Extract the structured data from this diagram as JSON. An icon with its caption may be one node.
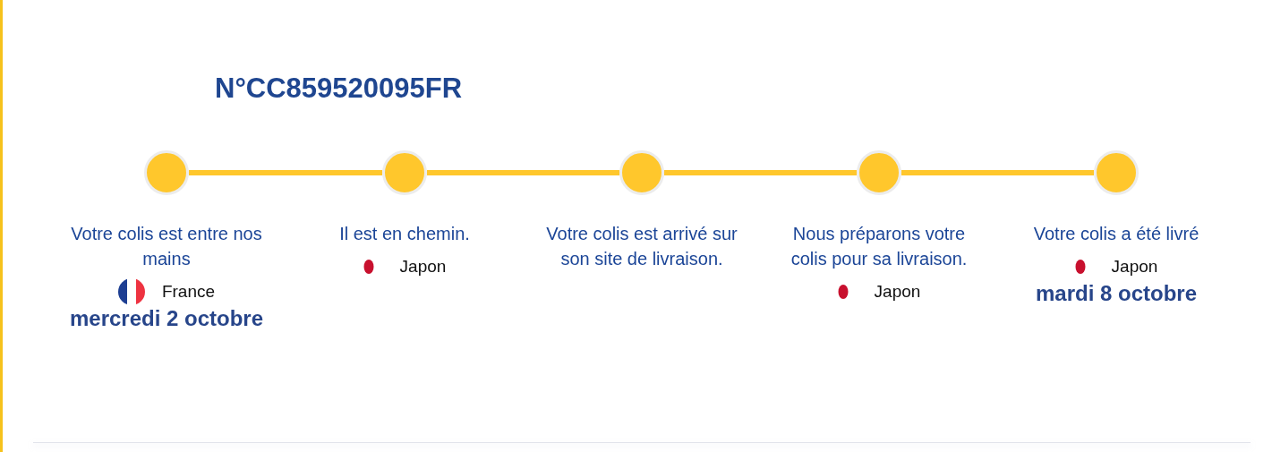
{
  "diagram": {
    "title": "N°CC859520095FR",
    "nodes": [
      {
        "text": [],
        "shape": "circle",
        "beside": [
          "Votre colis est entre nos mains",
          "France",
          "mercredi 2 octobre"
        ]
      },
      {
        "text": [],
        "shape": "circle",
        "beside": [
          "Il est en chemin.",
          "Japon"
        ]
      },
      {
        "text": [],
        "shape": "circle",
        "beside": [
          "Votre colis est arrivé sur son site de livraison."
        ]
      },
      {
        "text": [],
        "shape": "circle",
        "beside": [
          "Nous préparons votre colis pour sa livraison.",
          "Japon"
        ]
      },
      {
        "text": [],
        "shape": "circle",
        "beside": [
          "Votre colis a été livré",
          "Japon",
          "mardi 8 octobre"
        ]
      }
    ],
    "edges": [
      {
        "from": 0,
        "to": 1,
        "arrow": "none"
      },
      {
        "from": 1,
        "to": 2,
        "arrow": "none"
      },
      {
        "from": 2,
        "to": 3,
        "arrow": "none"
      },
      {
        "from": 3,
        "to": 4,
        "arrow": "none"
      }
    ]
  }
}
